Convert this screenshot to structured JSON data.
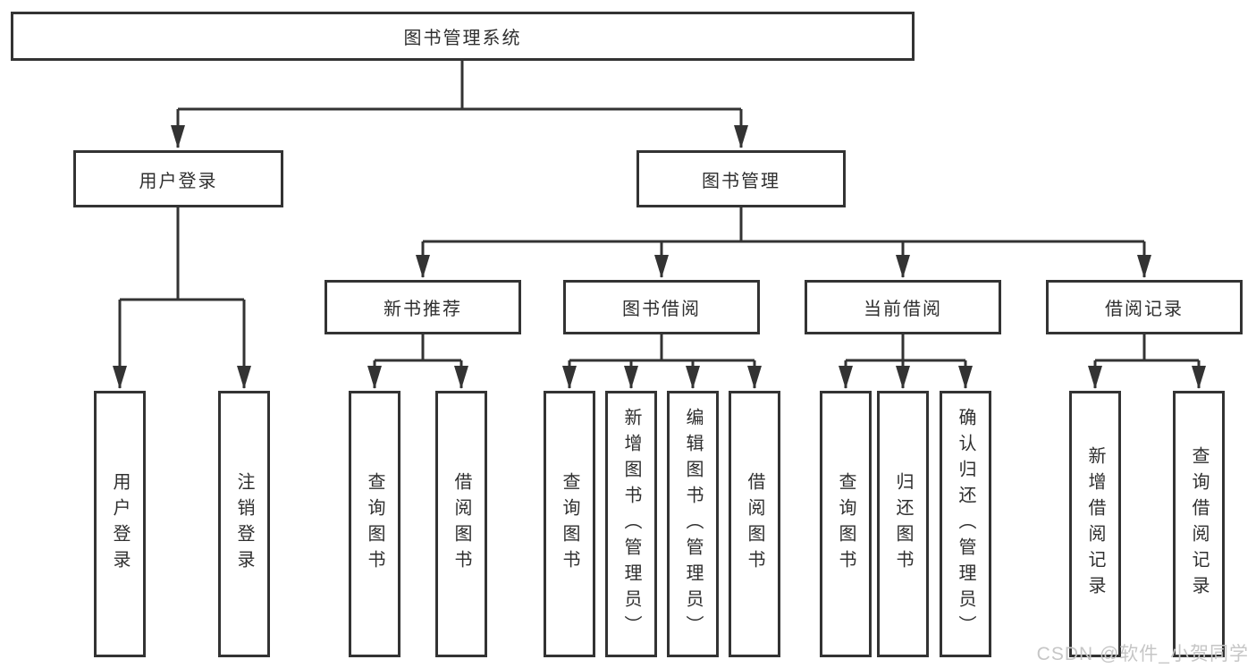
{
  "tree": {
    "root": {
      "label": "图书管理系统"
    },
    "l2": [
      {
        "label": "用户登录",
        "children": [
          {
            "label": "用户登录"
          },
          {
            "label": "注销登录"
          }
        ]
      },
      {
        "label": "图书管理",
        "children": [
          {
            "label": "新书推荐",
            "children": [
              {
                "label": "查询图书"
              },
              {
                "label": "借阅图书"
              }
            ]
          },
          {
            "label": "图书借阅",
            "children": [
              {
                "label": "查询图书"
              },
              {
                "label": "新增图书（管理员）"
              },
              {
                "label": "编辑图书（管理员）"
              },
              {
                "label": "借阅图书"
              }
            ]
          },
          {
            "label": "当前借阅",
            "children": [
              {
                "label": "查询图书"
              },
              {
                "label": "归还图书"
              },
              {
                "label": "确认归还（管理员）"
              }
            ]
          },
          {
            "label": "借阅记录",
            "children": [
              {
                "label": "新增借阅记录"
              },
              {
                "label": "查询借阅记录"
              }
            ]
          }
        ]
      }
    ]
  },
  "watermark": {
    "text": "CSDN @软件_小贺同学"
  },
  "colors": {
    "line": "#333333",
    "box_border": "#333333",
    "text": "#2f2f2f",
    "watermark": "#c6c6c6",
    "background": "#ffffff"
  }
}
